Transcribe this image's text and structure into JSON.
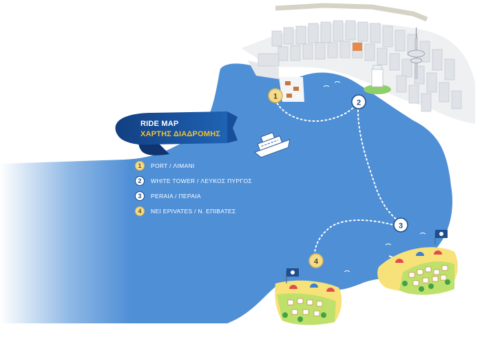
{
  "title": "RIDE MAP",
  "subtitle": "ΧΑΡΤΗΣ ΔΙΑΔΡΟΜΗΣ",
  "colors": {
    "sea": "#4f8fd6",
    "ribbon": "#1c58a6",
    "stop_gold": "#f4dc8c",
    "stop_white": "#ffffff",
    "beach_sand": "#f7e27a",
    "grass": "#bfe06a",
    "flag": "#1f4e8c"
  },
  "stops": [
    {
      "number": "1",
      "label": "PORT / ΛΙΜΑΝΙ",
      "style": "gold"
    },
    {
      "number": "2",
      "label": "WHITE TOWER / ΛΕΥΚΟΣ ΠΥΡΓΟΣ",
      "style": "white"
    },
    {
      "number": "3",
      "label": "PERAIA / ΠΕΡΑΙΑ",
      "style": "white"
    },
    {
      "number": "4",
      "label": "NEI EPIVATES / Ν. ΕΠΙΒΑΤΕΣ",
      "style": "gold"
    }
  ],
  "icons": [
    "boat-icon",
    "blue-flag-icon",
    "tower-icon",
    "beach-umbrella-icon"
  ]
}
